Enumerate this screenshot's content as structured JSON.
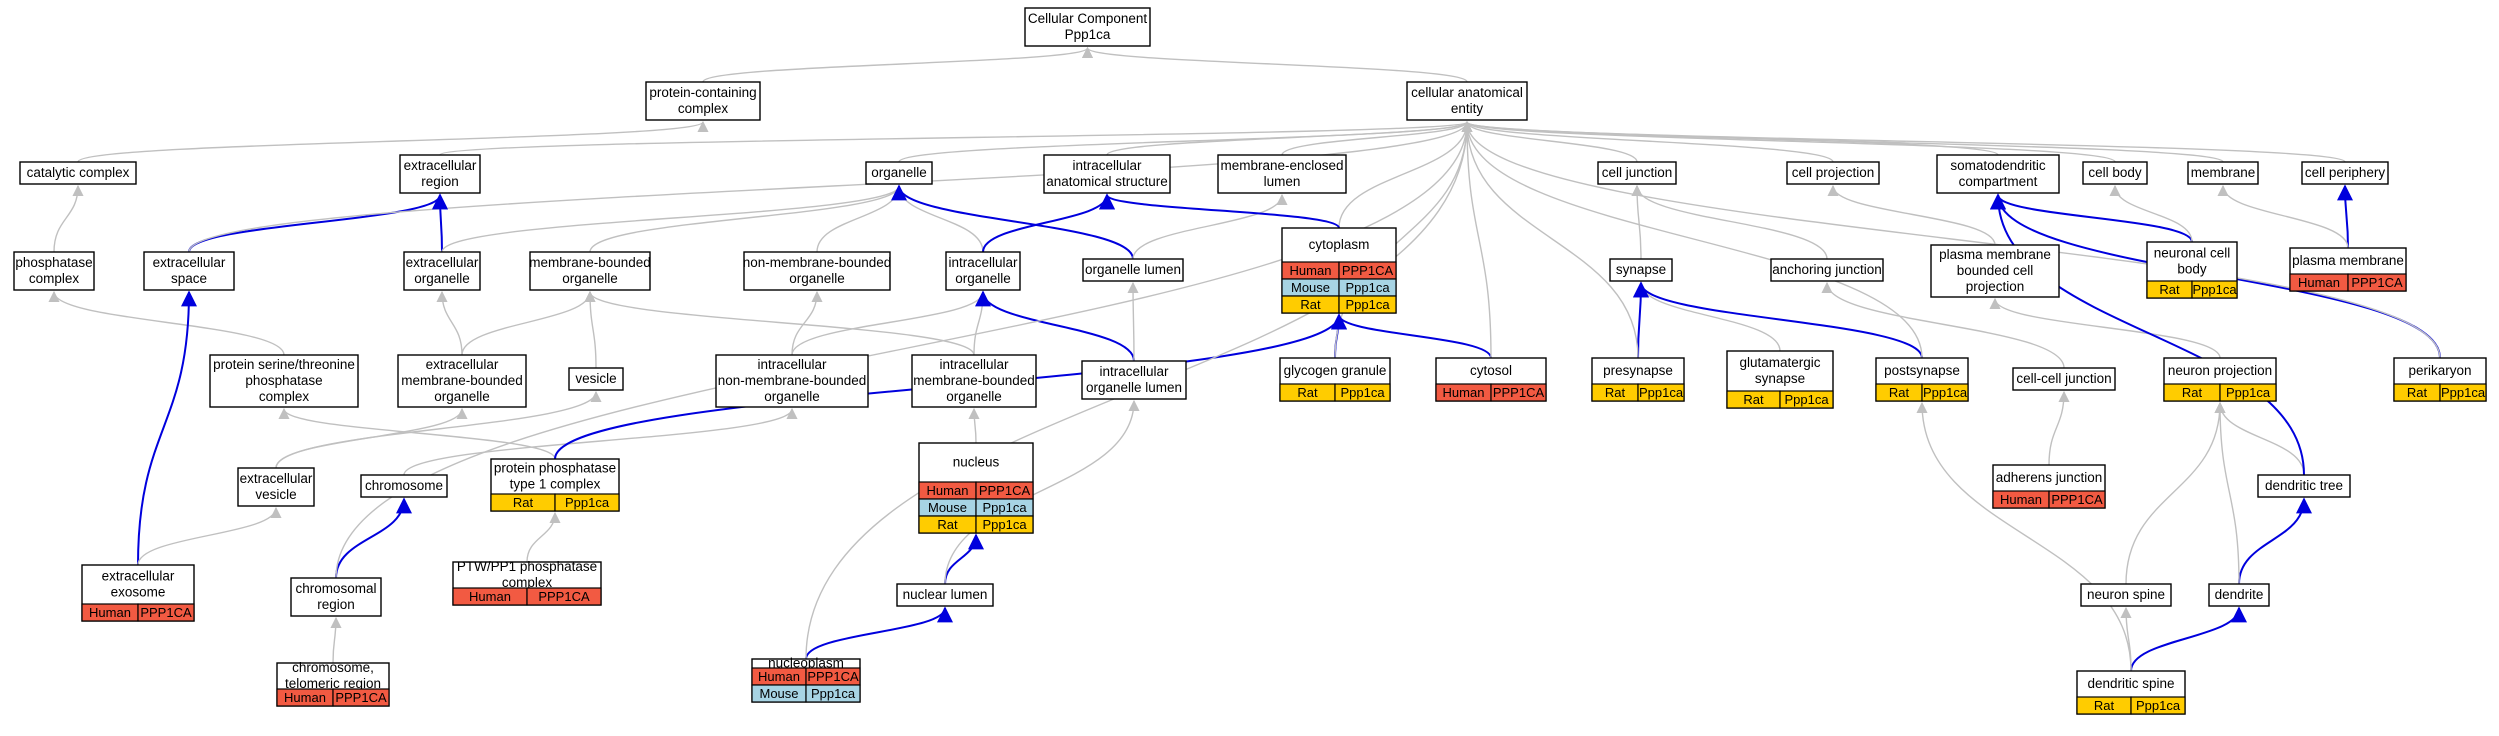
{
  "colors": {
    "human": "#f25a42",
    "mouse": "#a7d4e4",
    "rat": "#ffcc00",
    "edge_gray": "#c0c0c0",
    "edge_blue": "#0000dd"
  },
  "nodes": [
    {
      "id": "root",
      "lines": [
        "Cellular Component",
        "Ppp1ca"
      ],
      "rows": []
    },
    {
      "id": "pcc",
      "lines": [
        "protein-containing",
        "complex"
      ],
      "rows": []
    },
    {
      "id": "cae",
      "lines": [
        "cellular anatomical",
        "entity"
      ],
      "rows": []
    },
    {
      "id": "catc",
      "lines": [
        "catalytic complex"
      ],
      "rows": []
    },
    {
      "id": "excreg",
      "lines": [
        "extracellular",
        "region"
      ],
      "rows": []
    },
    {
      "id": "org",
      "lines": [
        "organelle"
      ],
      "rows": []
    },
    {
      "id": "ias",
      "lines": [
        "intracellular",
        "anatomical structure"
      ],
      "rows": []
    },
    {
      "id": "mel",
      "lines": [
        "membrane-enclosed",
        "lumen"
      ],
      "rows": []
    },
    {
      "id": "cyto",
      "lines": [
        "cytoplasm"
      ],
      "rows": [
        [
          "Human",
          "PPP1CA"
        ],
        [
          "Mouse",
          "Ppp1ca"
        ],
        [
          "Rat",
          "Ppp1ca"
        ]
      ]
    },
    {
      "id": "cj",
      "lines": [
        "cell junction"
      ],
      "rows": []
    },
    {
      "id": "cp",
      "lines": [
        "cell projection"
      ],
      "rows": []
    },
    {
      "id": "sdc",
      "lines": [
        "somatodendritic",
        "compartment"
      ],
      "rows": []
    },
    {
      "id": "cb",
      "lines": [
        "cell body"
      ],
      "rows": []
    },
    {
      "id": "mem",
      "lines": [
        "membrane"
      ],
      "rows": []
    },
    {
      "id": "cper",
      "lines": [
        "cell periphery"
      ],
      "rows": []
    },
    {
      "id": "phc",
      "lines": [
        "phosphatase",
        "complex"
      ],
      "rows": []
    },
    {
      "id": "exsp",
      "lines": [
        "extracellular",
        "space"
      ],
      "rows": []
    },
    {
      "id": "exorg",
      "lines": [
        "extracellular",
        "organelle"
      ],
      "rows": []
    },
    {
      "id": "mbo",
      "lines": [
        "membrane-bounded",
        "organelle"
      ],
      "rows": []
    },
    {
      "id": "nmbo",
      "lines": [
        "non-membrane-bounded",
        "organelle"
      ],
      "rows": []
    },
    {
      "id": "ico",
      "lines": [
        "intracellular",
        "organelle"
      ],
      "rows": []
    },
    {
      "id": "orgl",
      "lines": [
        "organelle lumen"
      ],
      "rows": []
    },
    {
      "id": "syn",
      "lines": [
        "synapse"
      ],
      "rows": []
    },
    {
      "id": "aj",
      "lines": [
        "anchoring junction"
      ],
      "rows": []
    },
    {
      "id": "pmbcp",
      "lines": [
        "plasma membrane",
        "bounded cell",
        "projection"
      ],
      "rows": []
    },
    {
      "id": "ncb",
      "lines": [
        "neuronal cell",
        "body"
      ],
      "rows": [
        [
          "Rat",
          "Ppp1ca"
        ]
      ]
    },
    {
      "id": "pm",
      "lines": [
        "plasma membrane"
      ],
      "rows": [
        [
          "Human",
          "PPP1CA"
        ]
      ]
    },
    {
      "id": "pstp",
      "lines": [
        "protein serine/threonine",
        "phosphatase",
        "complex"
      ],
      "rows": []
    },
    {
      "id": "embo",
      "lines": [
        "extracellular",
        "membrane-bounded",
        "organelle"
      ],
      "rows": []
    },
    {
      "id": "ves",
      "lines": [
        "vesicle"
      ],
      "rows": []
    },
    {
      "id": "inmbo",
      "lines": [
        "intracellular",
        "non-membrane-bounded",
        "organelle"
      ],
      "rows": []
    },
    {
      "id": "imbo",
      "lines": [
        "intracellular",
        "membrane-bounded",
        "organelle"
      ],
      "rows": []
    },
    {
      "id": "iol",
      "lines": [
        "intracellular",
        "organelle lumen"
      ],
      "rows": []
    },
    {
      "id": "gg",
      "lines": [
        "glycogen granule"
      ],
      "rows": [
        [
          "Rat",
          "Ppp1ca"
        ]
      ]
    },
    {
      "id": "cytosol",
      "lines": [
        "cytosol"
      ],
      "rows": [
        [
          "Human",
          "PPP1CA"
        ]
      ]
    },
    {
      "id": "presyn",
      "lines": [
        "presynapse"
      ],
      "rows": [
        [
          "Rat",
          "Ppp1ca"
        ]
      ]
    },
    {
      "id": "glut",
      "lines": [
        "glutamatergic",
        "synapse"
      ],
      "rows": [
        [
          "Rat",
          "Ppp1ca"
        ]
      ]
    },
    {
      "id": "postsyn",
      "lines": [
        "postsynapse"
      ],
      "rows": [
        [
          "Rat",
          "Ppp1ca"
        ]
      ]
    },
    {
      "id": "ccj",
      "lines": [
        "cell-cell junction"
      ],
      "rows": []
    },
    {
      "id": "np",
      "lines": [
        "neuron projection"
      ],
      "rows": [
        [
          "Rat",
          "Ppp1ca"
        ]
      ]
    },
    {
      "id": "peri",
      "lines": [
        "perikaryon"
      ],
      "rows": [
        [
          "Rat",
          "Ppp1ca"
        ]
      ]
    },
    {
      "id": "exves",
      "lines": [
        "extracellular",
        "vesicle"
      ],
      "rows": []
    },
    {
      "id": "chr",
      "lines": [
        "chromosome"
      ],
      "rows": []
    },
    {
      "id": "pp1",
      "lines": [
        "protein phosphatase",
        "type 1 complex"
      ],
      "rows": [
        [
          "Rat",
          "Ppp1ca"
        ]
      ]
    },
    {
      "id": "nuc",
      "lines": [
        "nucleus"
      ],
      "rows": [
        [
          "Human",
          "PPP1CA"
        ],
        [
          "Mouse",
          "Ppp1ca"
        ],
        [
          "Rat",
          "Ppp1ca"
        ]
      ]
    },
    {
      "id": "adj",
      "lines": [
        "adherens junction"
      ],
      "rows": [
        [
          "Human",
          "PPP1CA"
        ]
      ]
    },
    {
      "id": "dt",
      "lines": [
        "dendritic tree"
      ],
      "rows": []
    },
    {
      "id": "exo",
      "lines": [
        "extracellular",
        "exosome"
      ],
      "rows": [
        [
          "Human",
          "PPP1CA"
        ]
      ]
    },
    {
      "id": "chrr",
      "lines": [
        "chromosomal",
        "region"
      ],
      "rows": []
    },
    {
      "id": "ptw",
      "lines": [
        "PTW/PP1 phosphatase",
        "complex"
      ],
      "rows": [
        [
          "Human",
          "PPP1CA"
        ]
      ]
    },
    {
      "id": "nl",
      "lines": [
        "nuclear lumen"
      ],
      "rows": []
    },
    {
      "id": "ns",
      "lines": [
        "neuron spine"
      ],
      "rows": []
    },
    {
      "id": "den",
      "lines": [
        "dendrite"
      ],
      "rows": []
    },
    {
      "id": "ctr",
      "lines": [
        "chromosome,",
        "telomeric region"
      ],
      "rows": [
        [
          "Human",
          "PPP1CA"
        ]
      ]
    },
    {
      "id": "nucp",
      "lines": [
        "nucleoplasm"
      ],
      "rows": [
        [
          "Human",
          "PPP1CA"
        ],
        [
          "Mouse",
          "Ppp1ca"
        ]
      ]
    },
    {
      "id": "dsp",
      "lines": [
        "dendritic spine"
      ],
      "rows": [
        [
          "Rat",
          "Ppp1ca"
        ]
      ]
    }
  ],
  "edges": [
    {
      "from": "pcc",
      "to": "root",
      "kind": "gray"
    },
    {
      "from": "cae",
      "to": "root",
      "kind": "gray"
    },
    {
      "from": "catc",
      "to": "pcc",
      "kind": "gray"
    },
    {
      "from": "excreg",
      "to": "cae",
      "kind": "gray"
    },
    {
      "from": "org",
      "to": "cae",
      "kind": "gray"
    },
    {
      "from": "ias",
      "to": "cae",
      "kind": "gray"
    },
    {
      "from": "mel",
      "to": "cae",
      "kind": "gray"
    },
    {
      "from": "cyto",
      "to": "cae",
      "kind": "gray"
    },
    {
      "from": "cj",
      "to": "cae",
      "kind": "gray"
    },
    {
      "from": "cp",
      "to": "cae",
      "kind": "gray"
    },
    {
      "from": "sdc",
      "to": "cae",
      "kind": "gray"
    },
    {
      "from": "cb",
      "to": "cae",
      "kind": "gray"
    },
    {
      "from": "mem",
      "to": "cae",
      "kind": "gray"
    },
    {
      "from": "cper",
      "to": "cae",
      "kind": "gray"
    },
    {
      "from": "phc",
      "to": "catc",
      "kind": "gray"
    },
    {
      "from": "exsp",
      "to": "excreg",
      "kind": "blue"
    },
    {
      "from": "exsp",
      "to": "cae",
      "kind": "gray"
    },
    {
      "from": "exorg",
      "to": "excreg",
      "kind": "blue"
    },
    {
      "from": "exorg",
      "to": "org",
      "kind": "gray"
    },
    {
      "from": "mbo",
      "to": "org",
      "kind": "gray"
    },
    {
      "from": "nmbo",
      "to": "org",
      "kind": "gray"
    },
    {
      "from": "ico",
      "to": "org",
      "kind": "gray"
    },
    {
      "from": "ico",
      "to": "ias",
      "kind": "blue"
    },
    {
      "from": "orgl",
      "to": "org",
      "kind": "blue"
    },
    {
      "from": "orgl",
      "to": "mel",
      "kind": "gray"
    },
    {
      "from": "cyto",
      "to": "ias",
      "kind": "blue"
    },
    {
      "from": "syn",
      "to": "cj",
      "kind": "gray"
    },
    {
      "from": "aj",
      "to": "cj",
      "kind": "gray"
    },
    {
      "from": "pmbcp",
      "to": "cp",
      "kind": "gray"
    },
    {
      "from": "ncb",
      "to": "sdc",
      "kind": "blue"
    },
    {
      "from": "ncb",
      "to": "cb",
      "kind": "gray"
    },
    {
      "from": "pm",
      "to": "cper",
      "kind": "blue"
    },
    {
      "from": "pm",
      "to": "mem",
      "kind": "gray"
    },
    {
      "from": "pstp",
      "to": "phc",
      "kind": "gray"
    },
    {
      "from": "embo",
      "to": "exorg",
      "kind": "gray"
    },
    {
      "from": "embo",
      "to": "mbo",
      "kind": "gray"
    },
    {
      "from": "ves",
      "to": "mbo",
      "kind": "gray"
    },
    {
      "from": "inmbo",
      "to": "nmbo",
      "kind": "gray"
    },
    {
      "from": "inmbo",
      "to": "ico",
      "kind": "gray"
    },
    {
      "from": "imbo",
      "to": "ico",
      "kind": "gray"
    },
    {
      "from": "imbo",
      "to": "mbo",
      "kind": "gray"
    },
    {
      "from": "iol",
      "to": "ico",
      "kind": "blue"
    },
    {
      "from": "iol",
      "to": "orgl",
      "kind": "gray"
    },
    {
      "from": "gg",
      "to": "cyto",
      "kind": "blue"
    },
    {
      "from": "gg",
      "to": "cae",
      "kind": "gray"
    },
    {
      "from": "cytosol",
      "to": "cyto",
      "kind": "blue"
    },
    {
      "from": "cytosol",
      "to": "cae",
      "kind": "gray"
    },
    {
      "from": "presyn",
      "to": "syn",
      "kind": "blue"
    },
    {
      "from": "presyn",
      "to": "cae",
      "kind": "gray"
    },
    {
      "from": "glut",
      "to": "syn",
      "kind": "gray"
    },
    {
      "from": "postsyn",
      "to": "syn",
      "kind": "blue"
    },
    {
      "from": "postsyn",
      "to": "cae",
      "kind": "gray"
    },
    {
      "from": "ccj",
      "to": "aj",
      "kind": "gray"
    },
    {
      "from": "np",
      "to": "pmbcp",
      "kind": "gray"
    },
    {
      "from": "peri",
      "to": "sdc",
      "kind": "blue"
    },
    {
      "from": "peri",
      "to": "cae",
      "kind": "gray"
    },
    {
      "from": "exves",
      "to": "embo",
      "kind": "gray"
    },
    {
      "from": "exves",
      "to": "ves",
      "kind": "gray"
    },
    {
      "from": "chr",
      "to": "inmbo",
      "kind": "gray"
    },
    {
      "from": "pp1",
      "to": "pstp",
      "kind": "gray"
    },
    {
      "from": "pp1",
      "to": "cyto",
      "kind": "blue"
    },
    {
      "from": "nuc",
      "to": "imbo",
      "kind": "gray"
    },
    {
      "from": "adj",
      "to": "ccj",
      "kind": "gray"
    },
    {
      "from": "dt",
      "to": "np",
      "kind": "gray"
    },
    {
      "from": "dt",
      "to": "sdc",
      "kind": "blue"
    },
    {
      "from": "exo",
      "to": "exsp",
      "kind": "blue"
    },
    {
      "from": "exo",
      "to": "exves",
      "kind": "gray"
    },
    {
      "from": "chrr",
      "to": "chr",
      "kind": "blue"
    },
    {
      "from": "chrr",
      "to": "cae",
      "kind": "gray"
    },
    {
      "from": "ptw",
      "to": "pp1",
      "kind": "gray"
    },
    {
      "from": "nl",
      "to": "nuc",
      "kind": "blue"
    },
    {
      "from": "nl",
      "to": "iol",
      "kind": "gray"
    },
    {
      "from": "ns",
      "to": "np",
      "kind": "gray"
    },
    {
      "from": "den",
      "to": "dt",
      "kind": "blue"
    },
    {
      "from": "den",
      "to": "np",
      "kind": "gray"
    },
    {
      "from": "ctr",
      "to": "chrr",
      "kind": "gray"
    },
    {
      "from": "nucp",
      "to": "nl",
      "kind": "blue"
    },
    {
      "from": "nucp",
      "to": "cae",
      "kind": "gray"
    },
    {
      "from": "dsp",
      "to": "den",
      "kind": "blue"
    },
    {
      "from": "dsp",
      "to": "ns",
      "kind": "gray"
    },
    {
      "from": "dsp",
      "to": "postsyn",
      "kind": "gray"
    }
  ]
}
